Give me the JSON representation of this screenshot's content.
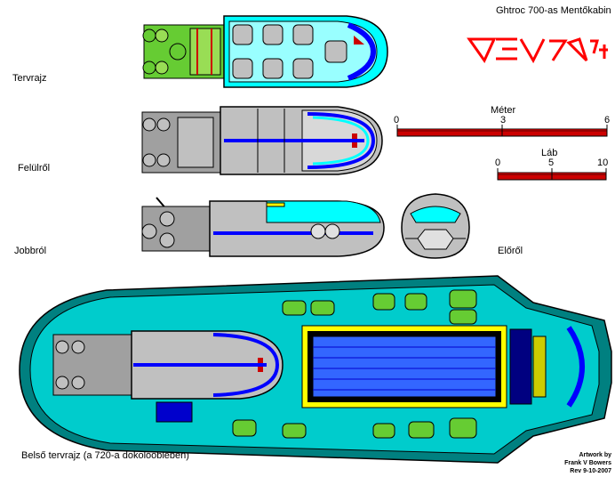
{
  "title": "Ghtroc 700-as Mentőkabin",
  "logo_text": "VEV7D4",
  "views": {
    "top_plan": "Tervrajz",
    "top_view": "Felülről",
    "side_view": "Jobbról",
    "front_view": "Előről",
    "interior": "Belső tervrajz (a 720-a dokolóöblében)"
  },
  "scales": {
    "meter": {
      "title": "Méter",
      "ticks": [
        "0",
        "3",
        "6"
      ]
    },
    "feet": {
      "title": "Láb",
      "ticks": [
        "0",
        "5",
        "10"
      ]
    }
  },
  "credits": [
    "Artwork by",
    "Frank V Bowers",
    "Rev 9-10-2007"
  ],
  "colors": {
    "hull_gray": "#c0c0c0",
    "cyan": "#00ffff",
    "canopy_blue": "#0000ff",
    "engine_green": "#66cc33",
    "red_accent": "#cc0000",
    "hazard_yellow": "#ffff00"
  }
}
